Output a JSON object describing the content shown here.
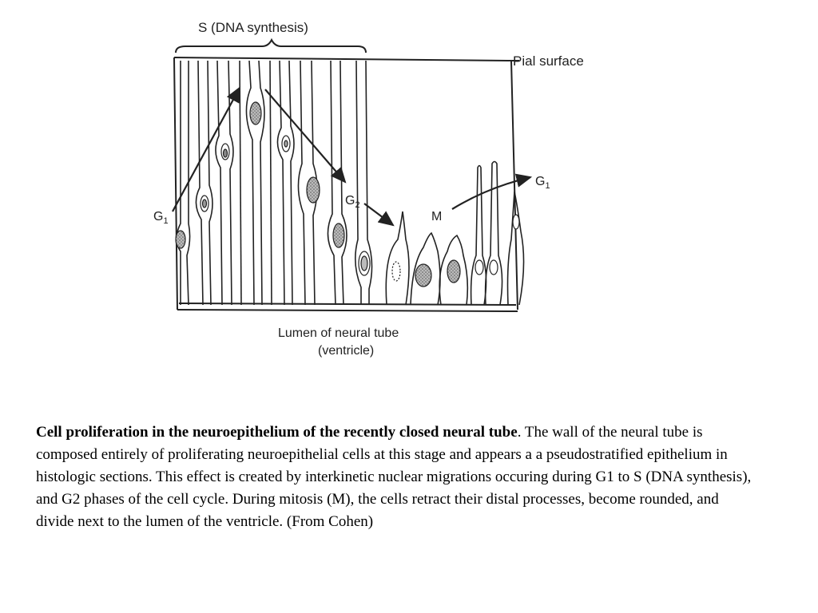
{
  "diagram": {
    "label_s_phase": "S (DNA synthesis)",
    "label_pial_surface": "Pial surface",
    "label_g1_left": "G",
    "label_g1_left_sub": "1",
    "label_g2": "G",
    "label_g2_sub": "2",
    "label_m": "M",
    "label_g1_right": "G",
    "label_g1_right_sub": "1",
    "label_lumen_line1": "Lumen of neural tube",
    "label_lumen_line2": "(ventricle)"
  },
  "caption": {
    "title": "Cell proliferation in the neuroepithelium of the recently closed neural tube",
    "title_end": ".",
    "body": " The wall of the neural tube is composed entirely of proliferating neuroepithelial cells at this stage and appears a a pseudostratified epithelium in histologic sections. This effect is created by interkinetic nuclear migrations occuring during G1 to S (DNA synthesis), and G2 phases of the cell cycle. During mitosis (M), the cells retract their distal processes, become rounded, and divide next to the lumen of the ventricle. (From Cohen)"
  }
}
